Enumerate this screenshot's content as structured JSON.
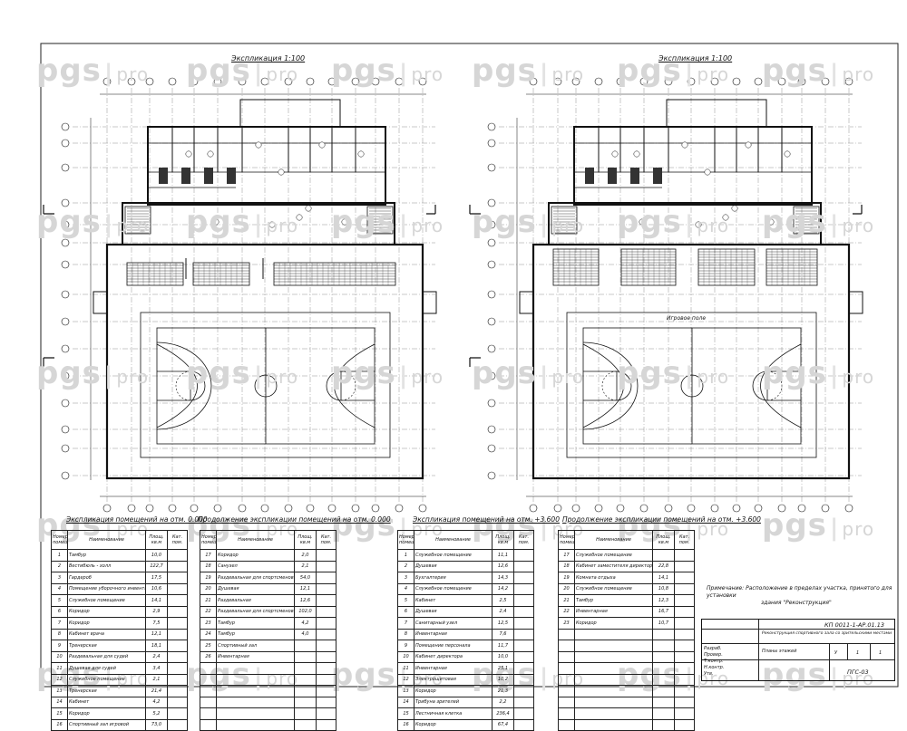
{
  "watermark": {
    "left": "pgs",
    "right": "pro"
  },
  "plans": [
    {
      "title": "Экспликация 1:100",
      "floor_label": ""
    },
    {
      "title": "Экспликация 1:100",
      "floor_label": "Игровое поле"
    }
  ],
  "tables": [
    {
      "title": "Экспликация помещений на отм. 0.000",
      "headers": [
        "Номер помещ.",
        "Наименование",
        "Площ. кв.м",
        "Кат. пом."
      ],
      "rows": [
        [
          "1",
          "Тамбур",
          "10,0",
          ""
        ],
        [
          "2",
          "Вестибюль - холл",
          "122,7",
          ""
        ],
        [
          "3",
          "Гардероб",
          "17,5",
          ""
        ],
        [
          "4",
          "Помещение уборочного инвентаря",
          "10,6",
          ""
        ],
        [
          "5",
          "Служебное помещение",
          "14,1",
          ""
        ],
        [
          "6",
          "Коридор",
          "2,9",
          ""
        ],
        [
          "7",
          "Коридор",
          "7,5",
          ""
        ],
        [
          "8",
          "Кабинет врача",
          "12,1",
          ""
        ],
        [
          "9",
          "Тренерская",
          "18,1",
          ""
        ],
        [
          "10",
          "Раздевальная для судей",
          "2,4",
          ""
        ],
        [
          "11",
          "Душевая для судей",
          "3,4",
          ""
        ],
        [
          "12",
          "Служебное помещение",
          "2,1",
          ""
        ],
        [
          "13",
          "Тренерская",
          "21,4",
          ""
        ],
        [
          "14",
          "Кабинет",
          "4,2",
          ""
        ],
        [
          "15",
          "Коридор",
          "5,2",
          ""
        ],
        [
          "16",
          "Спортивный зал игровой",
          "73,0",
          ""
        ]
      ]
    },
    {
      "title": "Продолжение экспликации помещений на отм. 0.000",
      "headers": [
        "Номер помещ.",
        "Наименование",
        "Площ. кв.м",
        "Кат. пом."
      ],
      "rows": [
        [
          "17",
          "Коридор",
          "2,0",
          ""
        ],
        [
          "18",
          "Санузел",
          "2,1",
          ""
        ],
        [
          "19",
          "Раздевальная для спортсменов",
          "54,0",
          ""
        ],
        [
          "20",
          "Душевая",
          "12,1",
          ""
        ],
        [
          "21",
          "Раздевальная",
          "12,6",
          ""
        ],
        [
          "22",
          "Раздевальная для спортсменов",
          "102,0",
          ""
        ],
        [
          "23",
          "Тамбур",
          "4,2",
          ""
        ],
        [
          "24",
          "Тамбур",
          "4,0",
          ""
        ],
        [
          "25",
          "Спортивный зал",
          "",
          ""
        ],
        [
          "26",
          "Инвентарная",
          "",
          ""
        ]
      ]
    },
    {
      "title": "Экспликация помещений на отм. +3.600",
      "headers": [
        "Номер помещ.",
        "Наименование",
        "Площ. кв.м",
        "Кат. пом."
      ],
      "rows": [
        [
          "1",
          "Служебное помещение",
          "11,1",
          ""
        ],
        [
          "2",
          "Душевая",
          "12,6",
          ""
        ],
        [
          "3",
          "Бухгалтерия",
          "14,3",
          ""
        ],
        [
          "4",
          "Служебное помещение",
          "14,2",
          ""
        ],
        [
          "5",
          "Кабинет",
          "2,5",
          ""
        ],
        [
          "6",
          "Душевая",
          "2,4",
          ""
        ],
        [
          "7",
          "Санитарный узел",
          "12,5",
          ""
        ],
        [
          "8",
          "Инвентарная",
          "7,6",
          ""
        ],
        [
          "9",
          "Помещение персонала",
          "11,7",
          ""
        ],
        [
          "10",
          "Кабинет директора",
          "10,0",
          ""
        ],
        [
          "11",
          "Инвентарная",
          "25,1",
          ""
        ],
        [
          "12",
          "Электрощитовая",
          "10,2",
          ""
        ],
        [
          "13",
          "Коридор",
          "21,3",
          ""
        ],
        [
          "14",
          "Трибуна зрителей",
          "2,2",
          ""
        ],
        [
          "15",
          "Лестничная клетка",
          "236,4",
          ""
        ],
        [
          "16",
          "Коридор",
          "67,4",
          ""
        ]
      ]
    },
    {
      "title": "Продолжение экспликации помещений на отм. +3.600",
      "headers": [
        "Номер помещ.",
        "Наименование",
        "Площ. кв.м",
        "Кат. пом."
      ],
      "rows": [
        [
          "17",
          "Служебное помещение",
          "",
          ""
        ],
        [
          "18",
          "Кабинет заместителя директора",
          "22,8",
          ""
        ],
        [
          "19",
          "Комната отдыха",
          "14,1",
          ""
        ],
        [
          "20",
          "Служебное помещение",
          "10,8",
          ""
        ],
        [
          "21",
          "Тамбур",
          "12,3",
          ""
        ],
        [
          "22",
          "Инвентарная",
          "16,7",
          ""
        ],
        [
          "23",
          "Коридор",
          "10,7",
          ""
        ]
      ]
    }
  ],
  "note": {
    "line1": "Примечание: Расположение в пределах участка, принятого для установки",
    "line2": "здания \"Реконструкция\""
  },
  "stamp": {
    "code": "КП 0011-1-АР.01.13",
    "project": "Реконструкция спортивного зала со зрительскими местами",
    "sheet_title": "Планы этажей",
    "stage": "У",
    "sheet": "1",
    "sheets": "1",
    "org": "ПГС-03",
    "rows": [
      "Разраб.",
      "Провер.",
      "Т.контр.",
      "Н.контр.",
      "Утв."
    ]
  }
}
